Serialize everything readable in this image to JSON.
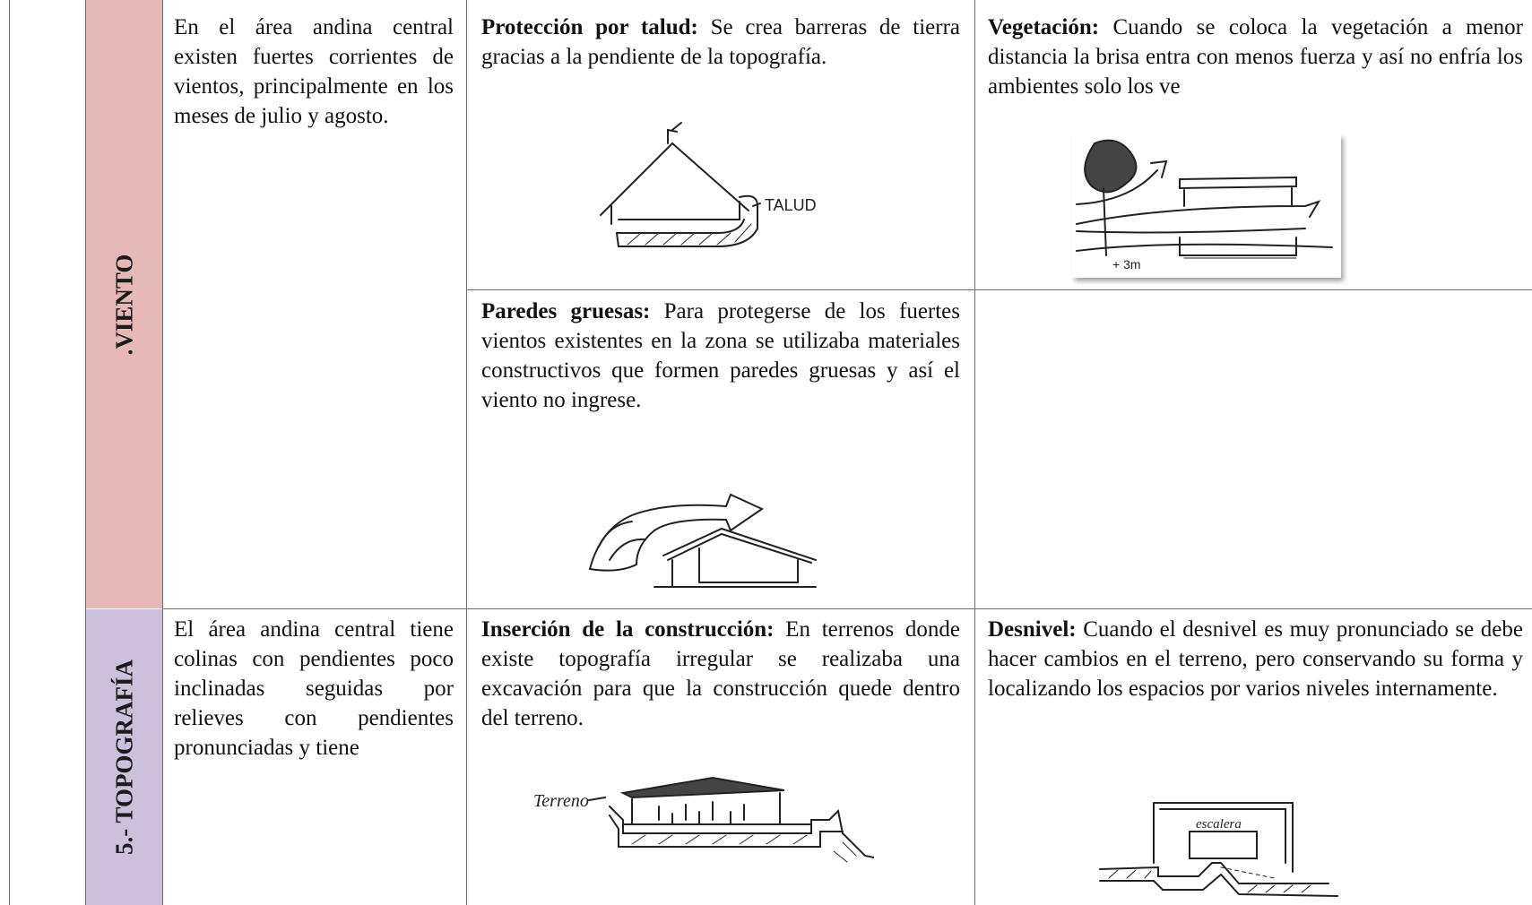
{
  "colors": {
    "viento_band": "#e6b8b7",
    "topografia_band": "#ccc0da",
    "grid": "#6f6f6f"
  },
  "rows": [
    {
      "category": ".VIENTO",
      "description": "En el área andina central existen fuertes corrientes de vientos, principalmente en los meses de julio y agosto.",
      "cells": [
        {
          "title": "Protección por talud:",
          "text": "Se crea barreras de tierra gracias a la pendiente de la topografía.",
          "sketch_label": "TALUD"
        },
        {
          "title": "Vegetación:",
          "text": "Cuando se coloca la vegetación a menor distancia la brisa entra con menos fuerza y así no enfría los ambientes solo los ve",
          "sketch_label": "+ 3m"
        },
        {
          "title": "Paredes gruesas:",
          "text": "Para protegerse de los fuertes vientos existentes en la zona se utilizaba materiales constructivos que formen paredes gruesas y así el viento no ingrese."
        }
      ]
    },
    {
      "category": "5.- TOPOGRAFÍA",
      "description": "El área andina central tiene colinas con pendientes poco inclinadas seguidas por relieves con pendientes pronunciadas y tiene",
      "cells": [
        {
          "title": "Inserción de la construcción:",
          "text": "En terrenos donde existe topografía irregular se realizaba una excavación para que la construcción quede dentro del terreno.",
          "sketch_label": "Terreno"
        },
        {
          "title": "Desnivel:",
          "text": "Cuando el desnivel es muy pronunciado se debe hacer cambios en el terreno, pero conservando su forma y localizando los espacios por varios niveles internamente.",
          "sketch_label": "escalera"
        }
      ]
    }
  ]
}
